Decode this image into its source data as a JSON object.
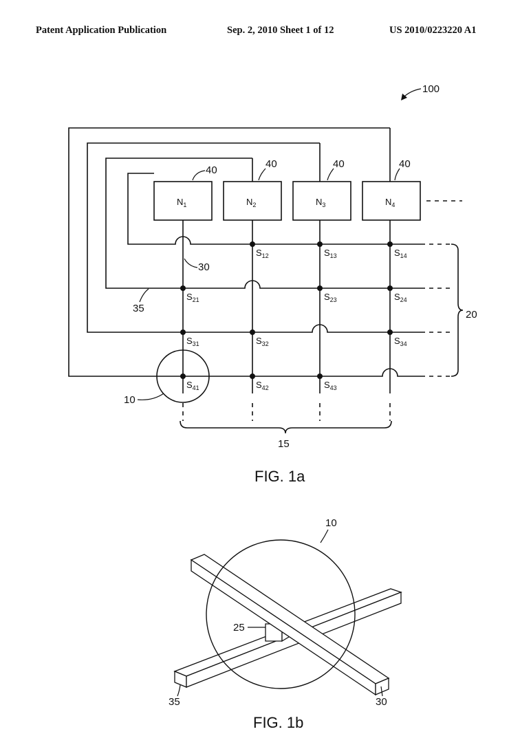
{
  "header": {
    "left": "Patent Application Publication",
    "middle": "Sep. 2, 2010   Sheet 1 of 12",
    "right": "US 2010/0223220 A1"
  },
  "fig1a": {
    "ref_system": "100",
    "ref_node": "40",
    "ref_switch": "10",
    "ref_column_line": "30",
    "ref_row_line": "35",
    "ref_rows": "20",
    "ref_columns": "15",
    "nodes": [
      {
        "letter": "N",
        "sub": "1"
      },
      {
        "letter": "N",
        "sub": "2"
      },
      {
        "letter": "N",
        "sub": "3"
      },
      {
        "letter": "N",
        "sub": "4"
      }
    ],
    "switches": [
      {
        "letter": "S",
        "sub": "12"
      },
      {
        "letter": "S",
        "sub": "13"
      },
      {
        "letter": "S",
        "sub": "14"
      },
      {
        "letter": "S",
        "sub": "21"
      },
      {
        "letter": "S",
        "sub": "23"
      },
      {
        "letter": "S",
        "sub": "24"
      },
      {
        "letter": "S",
        "sub": "31"
      },
      {
        "letter": "S",
        "sub": "32"
      },
      {
        "letter": "S",
        "sub": "34"
      },
      {
        "letter": "S",
        "sub": "41"
      },
      {
        "letter": "S",
        "sub": "42"
      },
      {
        "letter": "S",
        "sub": "43"
      }
    ],
    "caption": "FIG. 1a"
  },
  "fig1b": {
    "ref_circle": "10",
    "ref_via": "25",
    "ref_lower_bar": "35",
    "ref_upper_bar": "30",
    "caption": "FIG. 1b"
  }
}
